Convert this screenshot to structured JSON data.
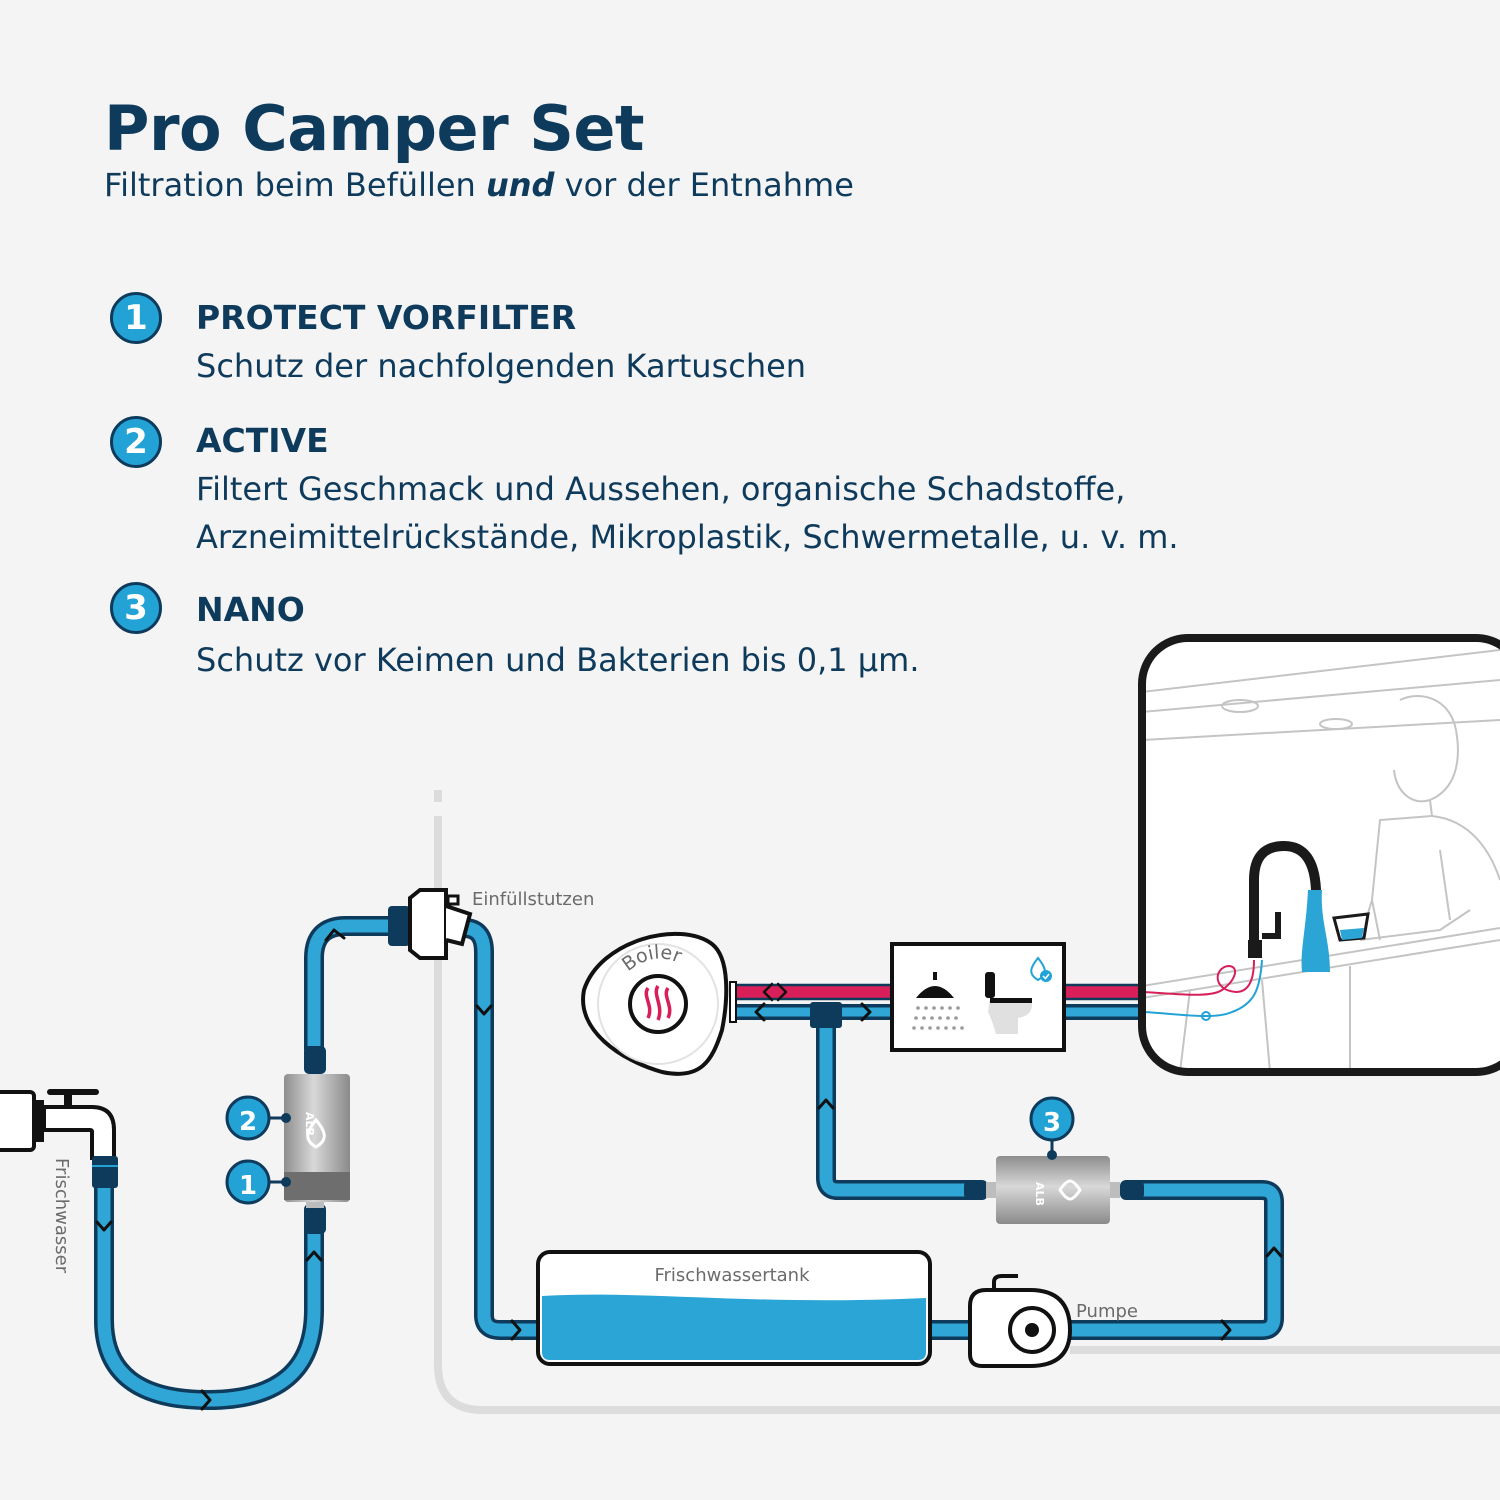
{
  "header": {
    "title": "Pro Camper Set",
    "subtitle_pre": "Filtration beim Befüllen ",
    "subtitle_em": "und",
    "subtitle_post": " vor der Entnahme"
  },
  "filters": [
    {
      "number": "1",
      "title": "PROTECT VORFILTER",
      "desc": [
        "Schutz der nachfolgenden Kartuschen"
      ]
    },
    {
      "number": "2",
      "title": "ACTIVE",
      "desc": [
        "Filtert Geschmack und Aussehen, organische Schadstoffe,",
        "Arzneimittelrückstände, Mikroplastik, Schwermetalle, u. v. m."
      ]
    },
    {
      "number": "3",
      "title": "NANO",
      "desc": [
        "Schutz vor Keimen und Bakterien bis 0,1 µm."
      ]
    }
  ],
  "diagram": {
    "labels": {
      "frischwasser": "Frischwasser",
      "einfuellstutzen": "Einfüllstutzen",
      "boiler": "Boiler",
      "tank": "Frischwassertank",
      "pumpe": "Pumpe"
    },
    "markers": {
      "m1": "1",
      "m2": "2",
      "m3": "3"
    },
    "cartridge_brand": "ALB"
  },
  "colors": {
    "navy": "#0e3a5c",
    "blue": "#23a3d5",
    "red": "#d81f5a",
    "gray": "#dcdcdc"
  }
}
